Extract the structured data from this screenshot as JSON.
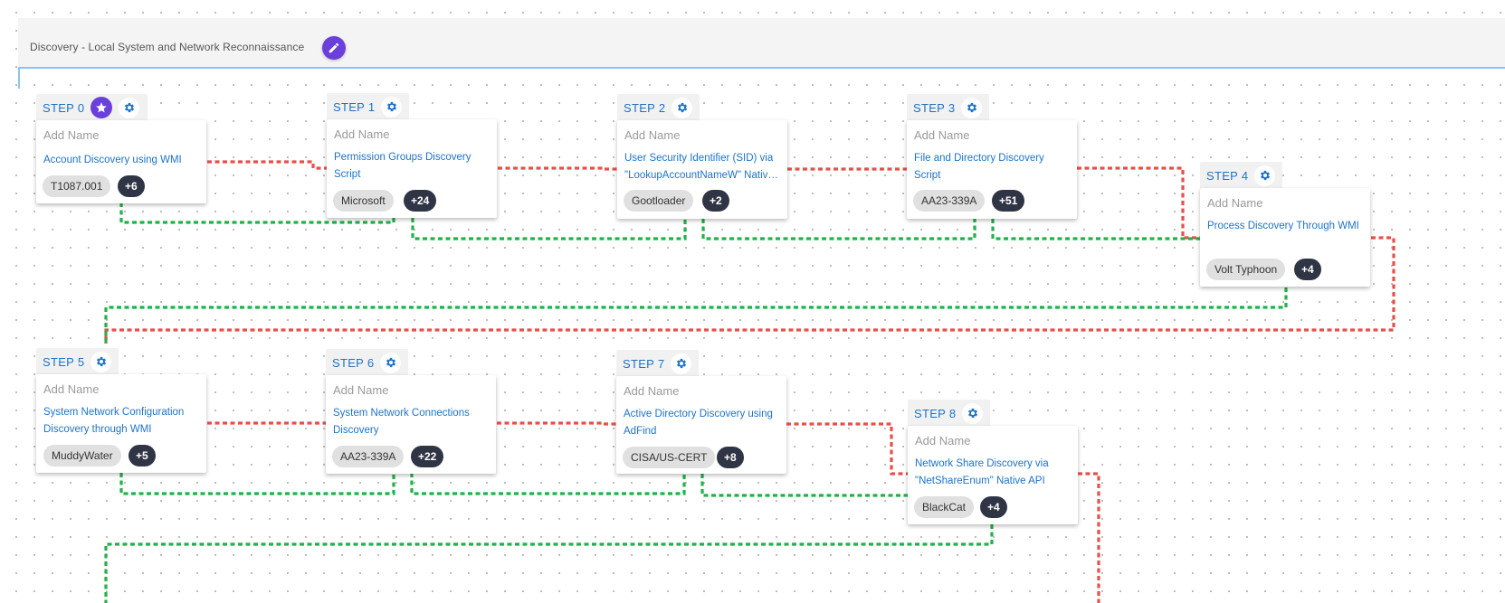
{
  "header": {
    "title": "Discovery - Local System and Network Reconnaissance",
    "edit_icon": "pencil-icon"
  },
  "colors": {
    "accent": "#6b3fd9",
    "link": "#1e73c7",
    "red_connector": "#e5504b",
    "green_connector": "#22b04a"
  },
  "steps": [
    {
      "label": "STEP 0",
      "name_placeholder": "Add Name",
      "technique": "Account Discovery using WMI",
      "tag": "T1087.001",
      "more": "+6",
      "starred": true
    },
    {
      "label": "STEP 1",
      "name_placeholder": "Add Name",
      "technique": "Permission Groups Discovery Script",
      "tag": "Microsoft",
      "more": "+24"
    },
    {
      "label": "STEP 2",
      "name_placeholder": "Add Name",
      "technique": "User Security Identifier (SID) via \"LookupAccountNameW\" Nativ…",
      "tag": "Gootloader",
      "more": "+2"
    },
    {
      "label": "STEP 3",
      "name_placeholder": "Add Name",
      "technique": "File and Directory Discovery Script",
      "tag": "AA23-339A",
      "more": "+51"
    },
    {
      "label": "STEP 4",
      "name_placeholder": "Add Name",
      "technique": "Process Discovery Through WMI",
      "tag": "Volt Typhoon",
      "more": "+4"
    },
    {
      "label": "STEP 5",
      "name_placeholder": "Add Name",
      "technique": "System Network Configuration Discovery through WMI",
      "tag": "MuddyWater",
      "more": "+5"
    },
    {
      "label": "STEP 6",
      "name_placeholder": "Add Name",
      "technique": "System Network Connections Discovery",
      "tag": "AA23-339A",
      "more": "+22"
    },
    {
      "label": "STEP 7",
      "name_placeholder": "Add Name",
      "technique": "Active Directory Discovery using AdFind",
      "tag": "CISA/US-CERT",
      "more": "+8"
    },
    {
      "label": "STEP 8",
      "name_placeholder": "Add Name",
      "technique": "Network Share Discovery via \"NetShareEnum\" Native API",
      "tag": "BlackCat",
      "more": "+4"
    }
  ]
}
